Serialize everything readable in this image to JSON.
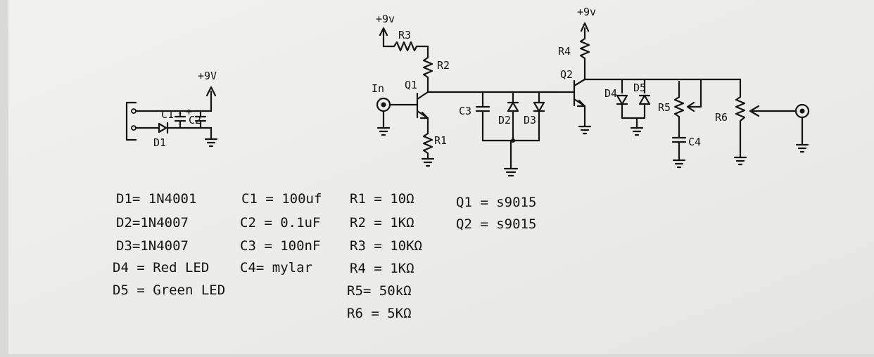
{
  "labels": {
    "supply_psu": "+9V",
    "supply_r3": "+9v",
    "supply_r4": "+9v",
    "c1": "C1",
    "c2": "C2",
    "d1": "D1",
    "in": "In",
    "q1": "Q1",
    "q2": "Q2",
    "r1": "R1",
    "r2": "R2",
    "r3": "R3",
    "r4": "R4",
    "r5": "R5",
    "r6": "R6",
    "c3": "C3",
    "c4": "C4",
    "d2": "D2",
    "d3": "D3",
    "d4": "D4",
    "d5": "D5"
  },
  "bom": {
    "col1": [
      "D1= 1N4001",
      "D2=1N4007",
      "D3=1N4007",
      "D4 = Red LED",
      "D5 = Green LED"
    ],
    "col2": [
      "C1 = 100uf",
      "C2 = 0.1uF",
      "C3 = 100nF",
      "C4= mylar"
    ],
    "col3": [
      "R1 = 10Ω",
      "R2 = 1KΩ",
      "R3 = 10KΩ",
      "R4 = 1KΩ",
      "R5= 50kΩ",
      "R6 = 5KΩ"
    ],
    "col4": [
      "Q1 = s9015",
      "Q2 = s9015"
    ]
  }
}
